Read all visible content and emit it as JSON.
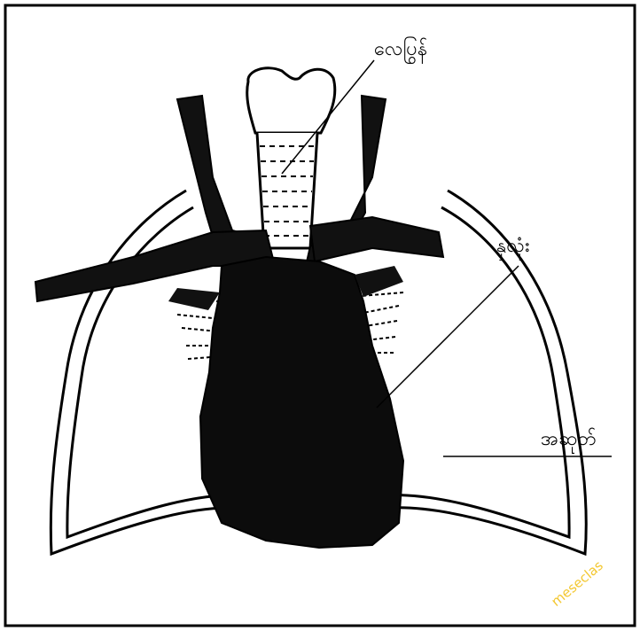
{
  "labels": {
    "trachea": "လေပြွန်",
    "heart": "နှလုံး",
    "lung": "အဆုတ်"
  },
  "watermark": "meseclas",
  "colors": {
    "ink": "#000000",
    "paper": "#ffffff",
    "watermark": "#f2c21b"
  }
}
